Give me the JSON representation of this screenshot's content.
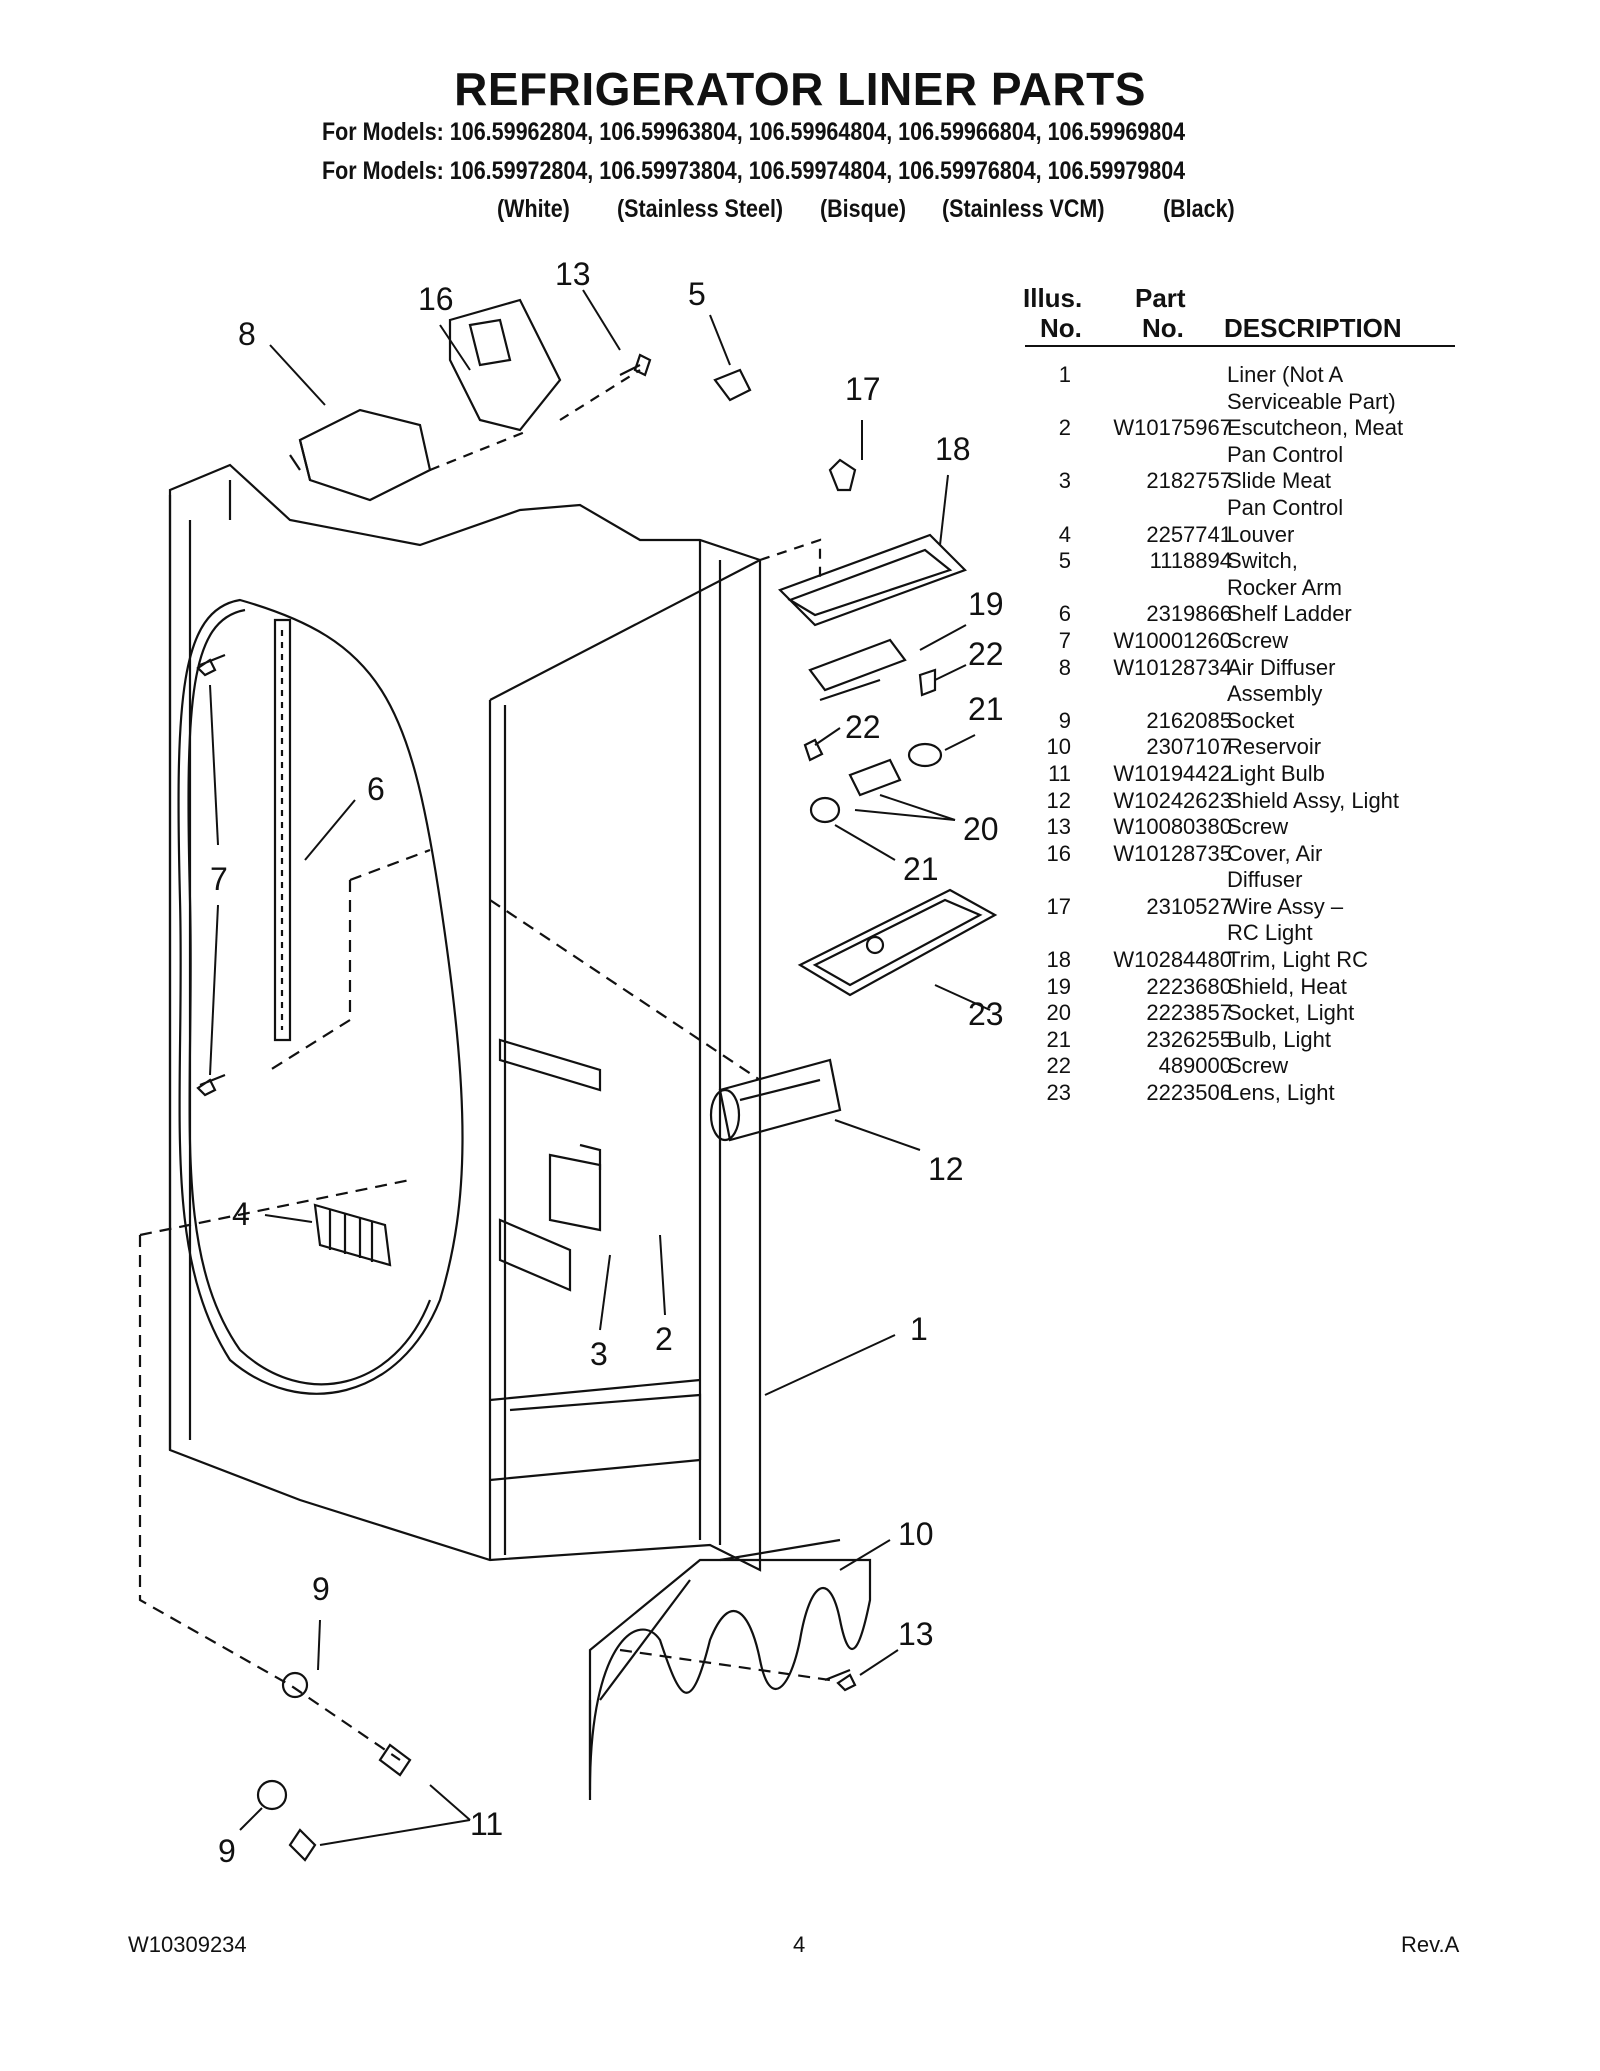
{
  "header": {
    "title": "REFRIGERATOR LINER PARTS",
    "models_line1": "For Models: 106.59962804, 106.59963804, 106.59964804, 106.59966804, 106.59969804",
    "models_line2": "For Models: 106.59972804, 106.59973804, 106.59974804, 106.59976804, 106.59979804",
    "colors": [
      "(White)",
      "(Stainless Steel)",
      "(Bisque)",
      "(Stainless VCM)",
      "(Black)"
    ]
  },
  "parts_table": {
    "headers": {
      "illus_top": "Illus.",
      "illus_bottom": "No.",
      "part_top": "Part",
      "part_bottom": "No.",
      "description": "DESCRIPTION"
    },
    "rows": [
      {
        "illus": "1",
        "part": "",
        "desc": "Liner (Not A\nServiceable Part)"
      },
      {
        "illus": "2",
        "part": "W10175967",
        "desc": "Escutcheon, Meat\nPan Control"
      },
      {
        "illus": "3",
        "part": "2182757",
        "desc": "Slide Meat\nPan Control"
      },
      {
        "illus": "4",
        "part": "2257741",
        "desc": "Louver"
      },
      {
        "illus": "5",
        "part": "1118894",
        "desc": "Switch,\nRocker Arm"
      },
      {
        "illus": "6",
        "part": "2319866",
        "desc": "Shelf Ladder"
      },
      {
        "illus": "7",
        "part": "W10001260",
        "desc": "Screw"
      },
      {
        "illus": "8",
        "part": "W10128734",
        "desc": "Air Diffuser\nAssembly"
      },
      {
        "illus": "9",
        "part": "2162085",
        "desc": "Socket"
      },
      {
        "illus": "10",
        "part": "2307107",
        "desc": "Reservoir"
      },
      {
        "illus": "11",
        "part": "W10194422",
        "desc": "Light Bulb"
      },
      {
        "illus": "12",
        "part": "W10242623",
        "desc": "Shield Assy, Light"
      },
      {
        "illus": "13",
        "part": "W10080380",
        "desc": "Screw"
      },
      {
        "illus": "16",
        "part": "W10128735",
        "desc": "Cover, Air\n Diffuser"
      },
      {
        "illus": "17",
        "part": "2310527",
        "desc": "Wire Assy –\n RC Light"
      },
      {
        "illus": "18",
        "part": "W10284480",
        "desc": "Trim, Light RC"
      },
      {
        "illus": "19",
        "part": "2223680",
        "desc": "Shield, Heat"
      },
      {
        "illus": "20",
        "part": "2223857",
        "desc": "Socket, Light"
      },
      {
        "illus": "21",
        "part": "2326255",
        "desc": "Bulb, Light"
      },
      {
        "illus": "22",
        "part": "489000",
        "desc": "Screw"
      },
      {
        "illus": "23",
        "part": "2223506",
        "desc": "Lens, Light"
      }
    ]
  },
  "diagram": {
    "callouts": {
      "c16": "16",
      "c13a": "13",
      "c5": "5",
      "c8": "8",
      "c17": "17",
      "c18": "18",
      "c19": "19",
      "c22a": "22",
      "c22b": "22",
      "c21a": "21",
      "c6": "6",
      "c20": "20",
      "c21b": "21",
      "c7": "7",
      "c23": "23",
      "c12": "12",
      "c4": "4",
      "c3": "3",
      "c2": "2",
      "c1": "1",
      "c10": "10",
      "c9a": "9",
      "c13b": "13",
      "c11": "11",
      "c9b": "9"
    }
  },
  "footer": {
    "doc_number": "W10309234",
    "page_number": "4",
    "revision": "Rev.A"
  }
}
